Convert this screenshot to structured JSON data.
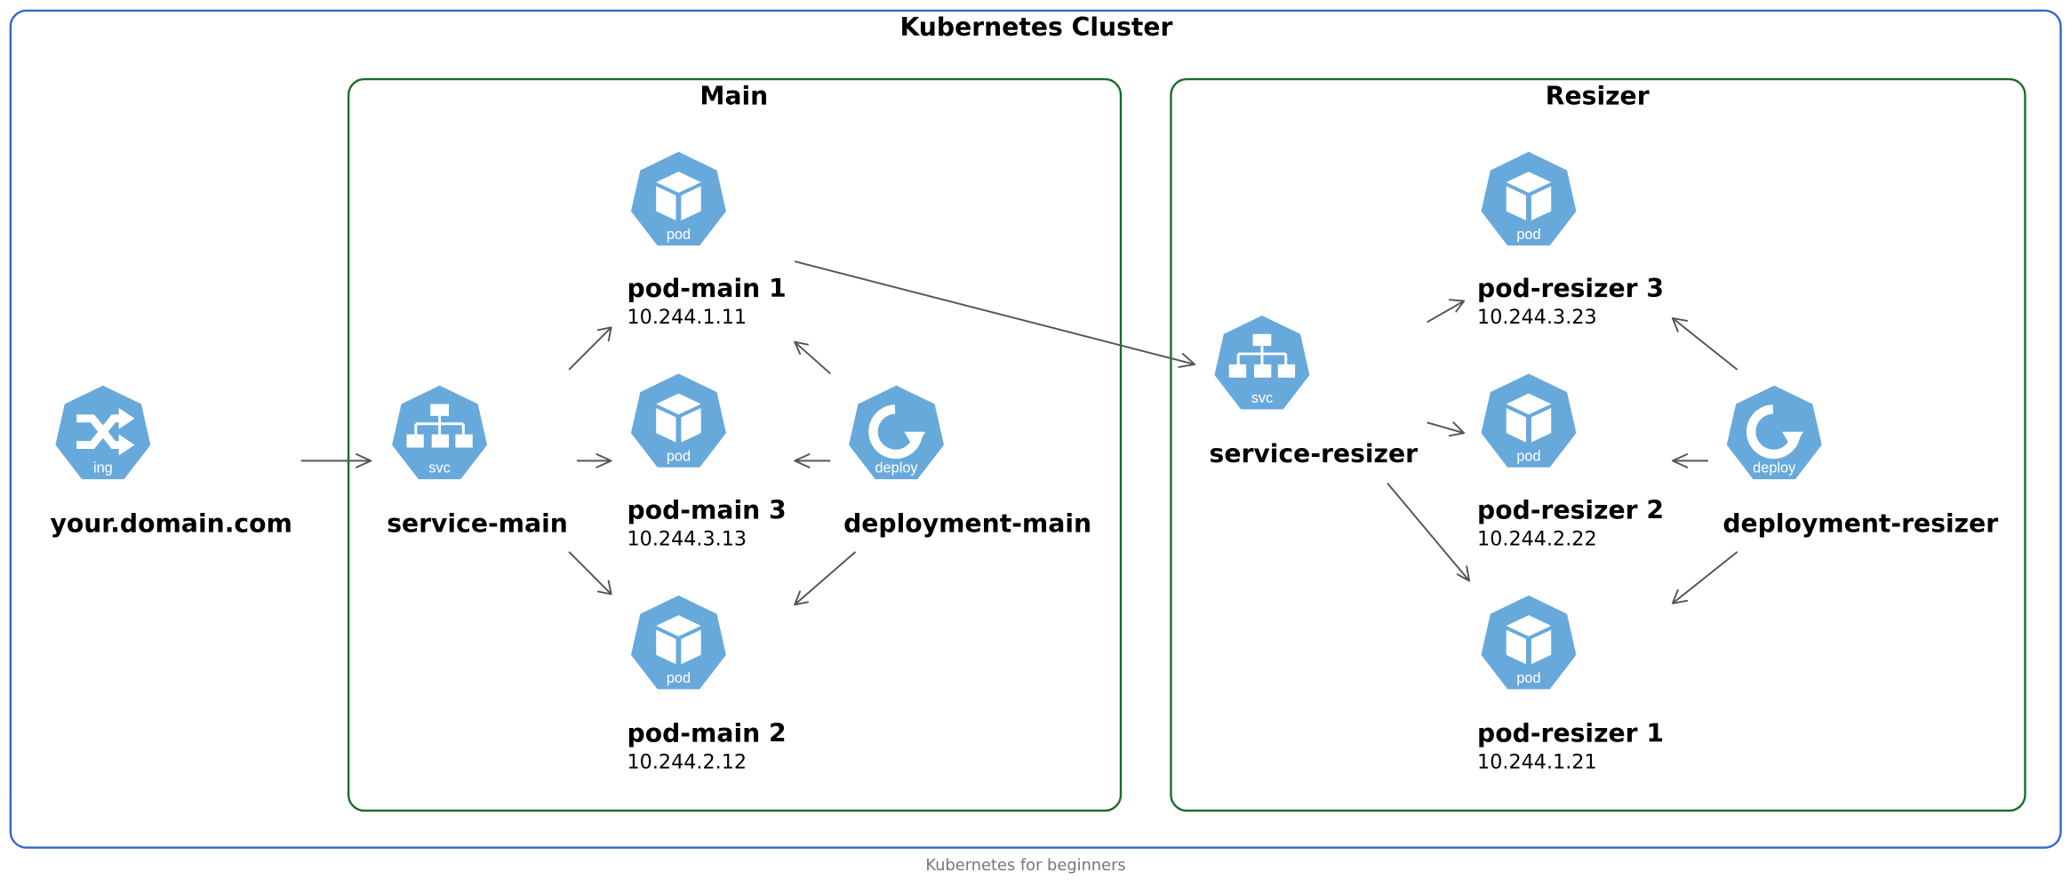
{
  "cluster": {
    "title": "Kubernetes Cluster"
  },
  "groups": {
    "main": {
      "title": "Main"
    },
    "resizer": {
      "title": "Resizer"
    }
  },
  "nodes": {
    "ingress": {
      "kind": "ing",
      "label": "your.domain.com"
    },
    "service_main": {
      "kind": "svc",
      "label": "service-main"
    },
    "pod_main_1": {
      "kind": "pod",
      "label": "pod-main 1",
      "ip": "10.244.1.11"
    },
    "pod_main_3": {
      "kind": "pod",
      "label": "pod-main 3",
      "ip": "10.244.3.13"
    },
    "pod_main_2": {
      "kind": "pod",
      "label": "pod-main 2",
      "ip": "10.244.2.12"
    },
    "deployment_main": {
      "kind": "deploy",
      "label": "deployment-main"
    },
    "service_resizer": {
      "kind": "svc",
      "label": "service-resizer"
    },
    "pod_resizer_3": {
      "kind": "pod",
      "label": "pod-resizer 3",
      "ip": "10.244.3.23"
    },
    "pod_resizer_2": {
      "kind": "pod",
      "label": "pod-resizer 2",
      "ip": "10.244.2.22"
    },
    "pod_resizer_1": {
      "kind": "pod",
      "label": "pod-resizer 1",
      "ip": "10.244.1.21"
    },
    "deployment_resizer": {
      "kind": "deploy",
      "label": "deployment-resizer"
    }
  },
  "edges": [
    {
      "from": "ingress",
      "to": "service_main"
    },
    {
      "from": "service_main",
      "to": "pod_main_1"
    },
    {
      "from": "service_main",
      "to": "pod_main_3"
    },
    {
      "from": "service_main",
      "to": "pod_main_2"
    },
    {
      "from": "deployment_main",
      "to": "pod_main_1"
    },
    {
      "from": "deployment_main",
      "to": "pod_main_3"
    },
    {
      "from": "deployment_main",
      "to": "pod_main_2"
    },
    {
      "from": "pod_main_1",
      "to": "service_resizer"
    },
    {
      "from": "service_resizer",
      "to": "pod_resizer_3"
    },
    {
      "from": "service_resizer",
      "to": "pod_resizer_2"
    },
    {
      "from": "service_resizer",
      "to": "pod_resizer_1"
    },
    {
      "from": "deployment_resizer",
      "to": "pod_resizer_3"
    },
    {
      "from": "deployment_resizer",
      "to": "pod_resizer_2"
    },
    {
      "from": "deployment_resizer",
      "to": "pod_resizer_1"
    }
  ],
  "caption": "Kubernetes for beginners",
  "colors": {
    "cluster_border": "#3366cc",
    "group_border": "#1a6b2a",
    "icon_fill": "#68a9dc",
    "edge": "#555555"
  }
}
